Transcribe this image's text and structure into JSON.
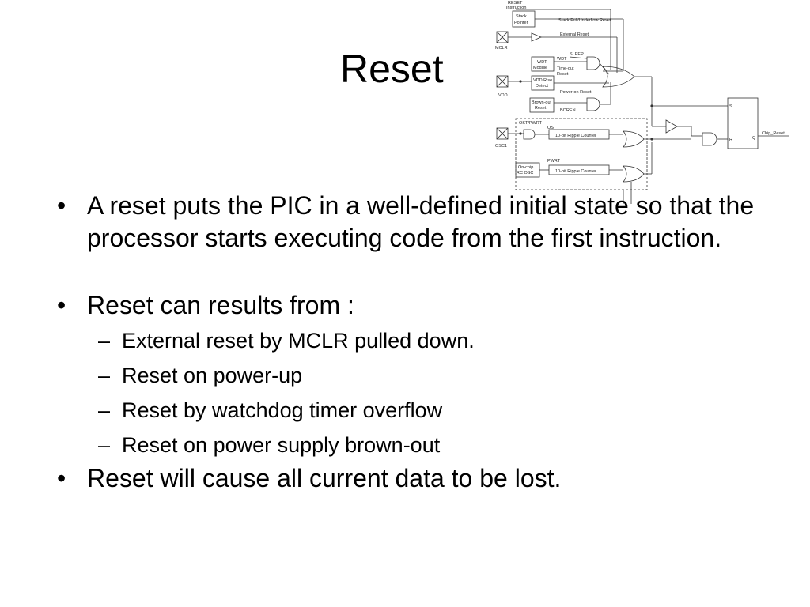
{
  "slide": {
    "title": "Reset",
    "bullets": [
      {
        "text": "A reset puts the PIC in a well-defined initial state so that the processor starts executing code from the first instruction."
      },
      {
        "text": "Reset can results from :",
        "subitems": [
          "External reset by MCLR pulled down.",
          "Reset on power-up",
          "Reset by watchdog timer overflow",
          "Reset on power supply brown-out"
        ]
      },
      {
        "text": "Reset will cause all current data to be lost."
      }
    ],
    "bullet_glyph": "•",
    "dash_glyph": "–"
  },
  "diagram": {
    "labels": {
      "reset_instruction_1": "RESET",
      "reset_instruction_2": "Instruction",
      "stack_pointer_1": "Stack",
      "stack_pointer_2": "Pointer",
      "stack_reset": "Stack Full/Underflow Reset",
      "external_reset": "External Reset",
      "mclr": "MCLR",
      "wdt_module_1": "WDT",
      "wdt_module_2": "Module",
      "wdt": "WDT",
      "sleep": "SLEEP",
      "timeout_1": "Time-out",
      "timeout_2": "Reset",
      "vdd_rise_1": "VDD Rise",
      "vdd_rise_2": "Detect",
      "vdd": "VDD",
      "por": "Power-on Reset",
      "brownout_1": "Brown-out",
      "brownout_2": "Reset",
      "boren": "BOREN",
      "ost_pwrt": "OST/PWRT",
      "ost": "OST",
      "ripple_1": "10-bit Ripple Counter",
      "osc1": "OSC1",
      "pwrt": "PWRT",
      "onchip_1": "On-chip",
      "onchip_2": "RC OSC",
      "ripple_2": "10-bit Ripple Counter",
      "s": "S",
      "r": "R",
      "q": "Q",
      "chip_reset": "Chip_Reset"
    }
  }
}
